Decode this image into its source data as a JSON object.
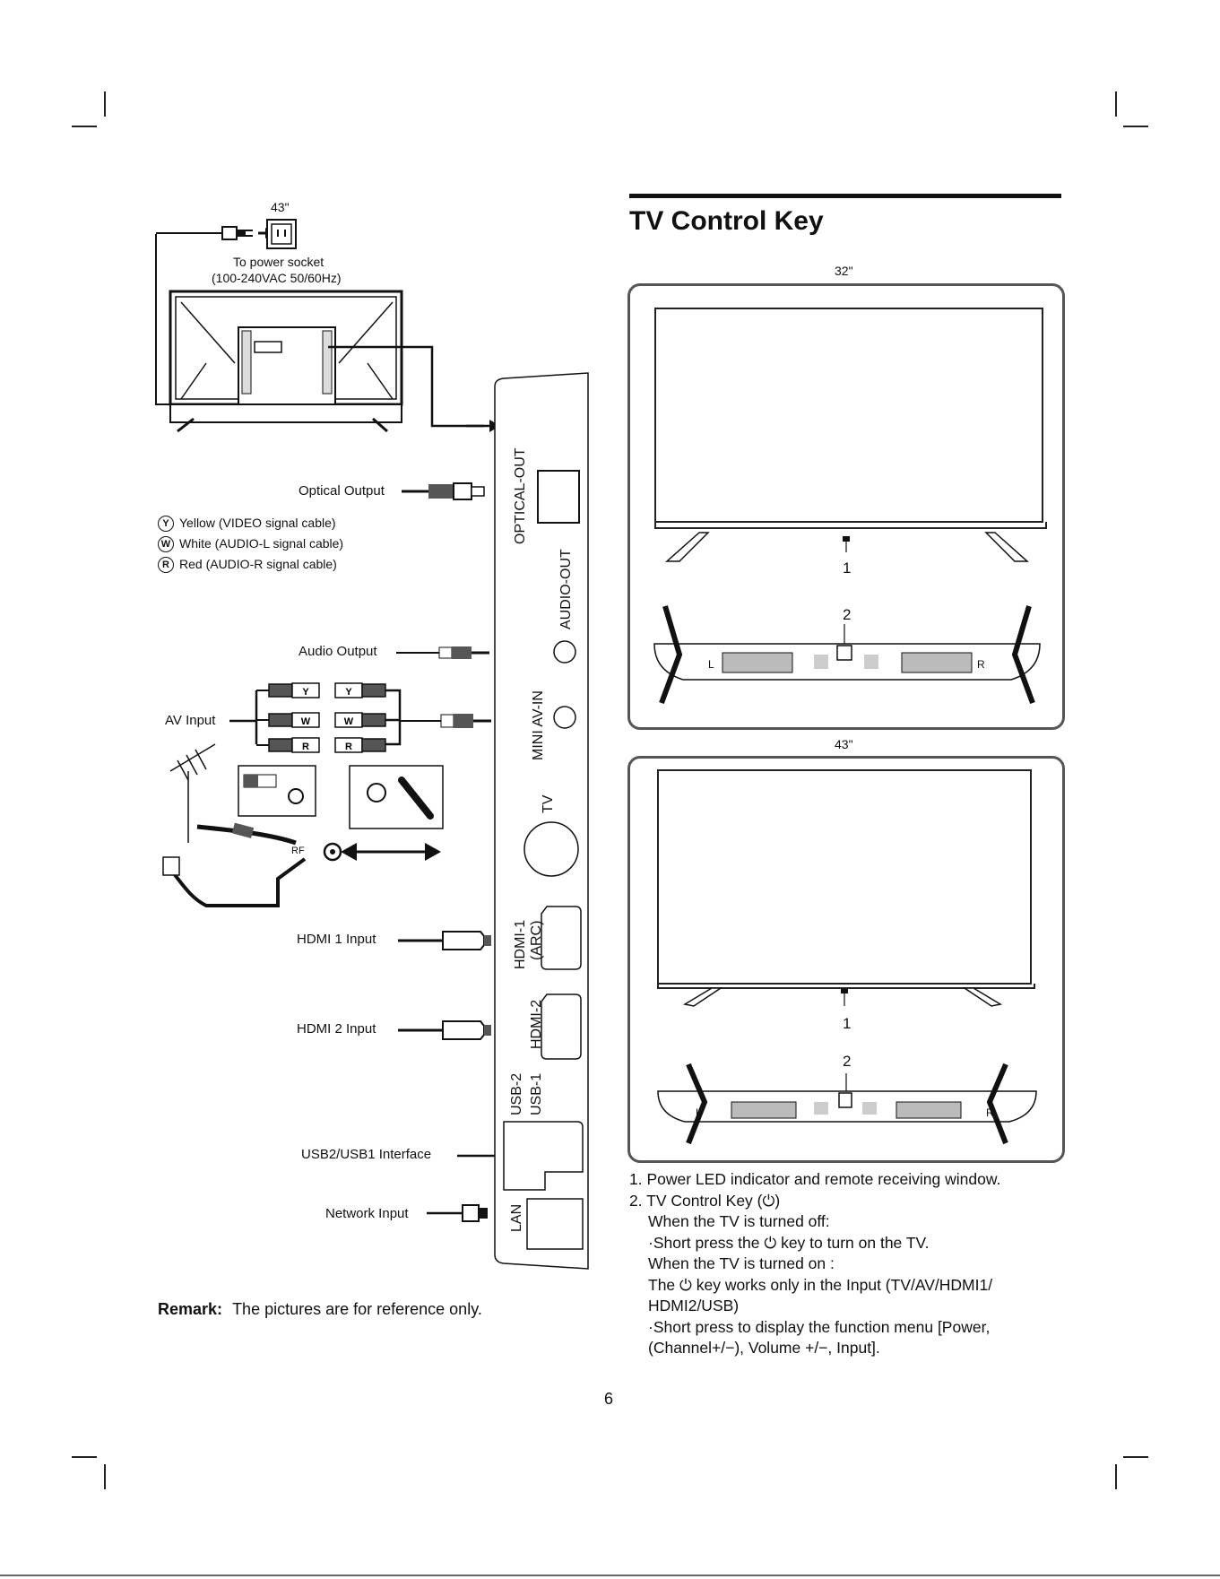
{
  "left": {
    "size_top": "43\"",
    "power_label": "To power socket",
    "power_spec": "(100-240VAC 50/60Hz)",
    "optical_output": "Optical Output",
    "cable_legend": [
      {
        "letter": "Y",
        "text": "Yellow (VIDEO signal cable)"
      },
      {
        "letter": "W",
        "text": "White (AUDIO-L signal cable)"
      },
      {
        "letter": "R",
        "text": "Red (AUDIO-R signal cable)"
      }
    ],
    "audio_output": "Audio Output",
    "av_input": "AV Input",
    "rf": "RF",
    "hdmi1_input": "HDMI 1 Input",
    "hdmi2_input": "HDMI 2 Input",
    "usb_interface": "USB2/USB1 Interface",
    "network_input": "Network Input",
    "remark_label": "Remark:",
    "remark_text": "The pictures are for reference only."
  },
  "panel": {
    "optical_out": "OPTICAL-OUT",
    "audio_out": "AUDIO-OUT",
    "mini_av_in": "MINI AV-IN",
    "tv": "TV",
    "hdmi1": "HDMI-1",
    "arc": "(ARC)",
    "hdmi2": "HDMI-2",
    "usb2": "USB-2",
    "usb1": "USB-1",
    "lan": "LAN"
  },
  "right": {
    "title": "TV Control Key",
    "size_32": "32\"",
    "size_43": "43\"",
    "callout_1": "1",
    "callout_2": "2",
    "stand_l": "L",
    "stand_r": "R",
    "instructions": [
      "1. Power LED indicator and remote receiving window.",
      "2. TV Control Key (⏻)",
      "When the TV is turned off:",
      "·Short press the ⏻ key to turn on the TV.",
      "When the TV is turned on :",
      "The ⏻ key works only in the Input (TV/AV/HDMI1/",
      "HDMI2/USB)",
      "·Short press to display the function menu [Power,",
      "(Channel+/−), Volume +/−, Input]."
    ]
  },
  "page_number": "6"
}
